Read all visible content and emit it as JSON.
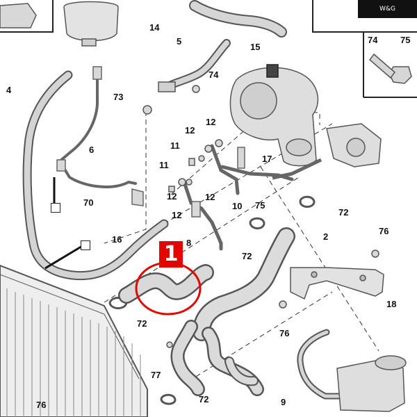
{
  "brand": {
    "label": "W&G"
  },
  "highlight": {
    "number": "1",
    "color": "#e10600"
  },
  "callouts": {
    "p14": "14",
    "p5": "5",
    "p15": "15",
    "p74a": "74",
    "p4": "4",
    "p73": "73",
    "p6": "6",
    "p12a": "12",
    "p12b": "12",
    "p11a": "11",
    "p17": "17",
    "p11b": "11",
    "p12c": "12",
    "p12d": "12",
    "p10": "10",
    "p75a": "75",
    "p70": "70",
    "p12e": "12",
    "p72a": "72",
    "p16": "16",
    "p8": "8",
    "p2": "2",
    "p76a": "76",
    "p72b": "72",
    "p18": "18",
    "p72c": "72",
    "p76b": "76",
    "p77": "77",
    "p72d": "72",
    "p9": "9",
    "p76c": "76",
    "p74b": "74",
    "p75b": "75"
  }
}
